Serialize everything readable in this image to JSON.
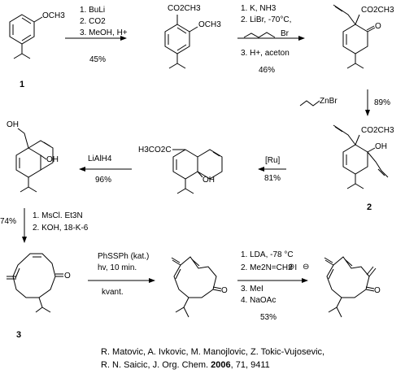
{
  "compounds": {
    "c1": {
      "label": "1",
      "substituent": "OCH3"
    },
    "c_ester": {
      "sub_top": "CO2CH3",
      "sub_right": "OCH3"
    },
    "c_allyl_ketone": {
      "sub": "CO2CH3",
      "oxo": "O"
    },
    "c2": {
      "label": "2",
      "sub": "CO2CH3",
      "oh": "OH"
    },
    "c_ru_product": {
      "ester": "H3CO2C",
      "oh": "OH"
    },
    "c_diol": {
      "oh_left": "OH",
      "oh_ring": "OH"
    },
    "c3": {
      "label": "3",
      "oxo": "O"
    },
    "c_mid": {
      "oxo": "O"
    },
    "c_final": {
      "oxo": "O"
    }
  },
  "steps": [
    {
      "id": "s1",
      "lines": [
        "1. BuLi",
        "2. CO2",
        "3. MeOH, H+"
      ],
      "yield": "45%"
    },
    {
      "id": "s2",
      "lines": [
        "1. K, NH3",
        "2. LiBr, -70°C,",
        "3. H+, aceton"
      ],
      "reagent_atom": "Br",
      "yield": "46%"
    },
    {
      "id": "s3",
      "reagent": "ZnBr",
      "yield": "89%"
    },
    {
      "id": "s4",
      "reagent": "[Ru]",
      "yield": "81%"
    },
    {
      "id": "s5",
      "reagent": "LiAlH4",
      "yield": "96%"
    },
    {
      "id": "s6",
      "lines": [
        "1. MsCl. Et3N",
        "2. KOH, 18-K-6"
      ],
      "yield": "74%"
    },
    {
      "id": "s7",
      "lines": [
        "PhSSPh (kat.)",
        "hv, 10 min."
      ],
      "yield": "kvant."
    },
    {
      "id": "s8",
      "lines": [
        "1. LDA, -78 °C",
        "2. Me2N=CH2 I",
        "3. MeI",
        "4. NaOAc"
      ],
      "yield": "53%"
    }
  ],
  "citation": {
    "authors": "R. Matovic, A. Ivkovic, M. Manojlovic, Z. Tokic-Vujosevic,",
    "author2": "R. N. Saicic, ",
    "journal": "J. Org. Chem.",
    "year": "2006",
    "volume": "71",
    "pages": ", 9411"
  }
}
